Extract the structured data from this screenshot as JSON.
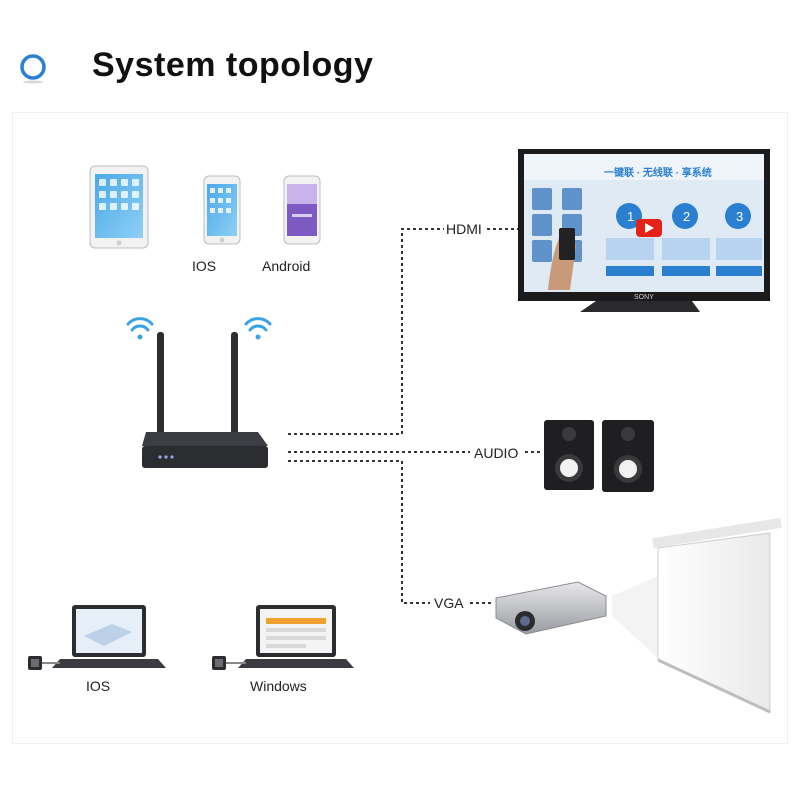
{
  "header": {
    "title": "System topology"
  },
  "labels": {
    "ios_phone": "IOS",
    "android_phone": "Android",
    "hdmi": "HDMI",
    "audio": "AUDIO",
    "vga": "VGA",
    "ios_laptop": "IOS",
    "windows_laptop": "Windows"
  },
  "tv": {
    "headline": "一键联 · 无线联 · 享系统",
    "brand": "SONY",
    "steps": [
      "1",
      "2",
      "3"
    ]
  },
  "colors": {
    "accent": "#2a7fd1",
    "wifi": "#3aa3e6",
    "device_dark": "#2b2d31"
  },
  "icons": [
    "circle-logo-icon",
    "wifi-icon",
    "play-icon"
  ]
}
